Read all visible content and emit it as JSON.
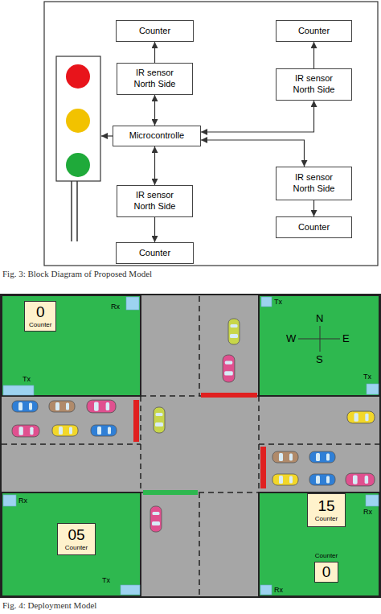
{
  "diagram": {
    "caption": "Fig. 3: Block Diagram of Proposed Model",
    "nodes": [
      {
        "text": [
          "Counter"
        ]
      },
      {
        "text": [
          "Counter"
        ]
      },
      {
        "text": [
          "IR sensor North Side"
        ]
      },
      {
        "text": [
          "IR sensor North Side"
        ]
      },
      {
        "text": [
          "Microcontrolle"
        ]
      },
      {
        "text": [
          "IR sensor North Side"
        ]
      },
      {
        "text": [
          "IR sensor North Side"
        ]
      },
      {
        "text": [
          "Counter"
        ]
      },
      {
        "text": [
          "Counter"
        ]
      },
      {
        "text": [
          "0",
          "Counter"
        ]
      },
      {
        "text": [
          "05",
          "Counter"
        ]
      },
      {
        "text": [
          "15",
          "Counter"
        ]
      },
      {
        "text": [
          "Counter",
          "0"
        ]
      }
    ],
    "edges": [
      {
        "from": 2,
        "to": 0,
        "arrow": "to"
      },
      {
        "from": 4,
        "to": 2,
        "arrow": "both"
      },
      {
        "from": 3,
        "to": 1,
        "arrow": "to"
      },
      {
        "from": 4,
        "to": 3,
        "arrow": "both"
      },
      {
        "from": 4,
        "to": 5,
        "arrow": "both"
      },
      {
        "from": 5,
        "to": 7,
        "arrow": "to"
      },
      {
        "from": 4,
        "to": 6,
        "arrow": "both"
      },
      {
        "from": 6,
        "to": 8,
        "arrow": "to"
      }
    ],
    "labels": [
      "Tx",
      "Rx",
      "N",
      "W",
      "E",
      "S",
      "Tx",
      "Tx",
      "Rx",
      "Rx",
      "Tx",
      "Rx",
      "Fig. 4: Deployment Model"
    ]
  }
}
